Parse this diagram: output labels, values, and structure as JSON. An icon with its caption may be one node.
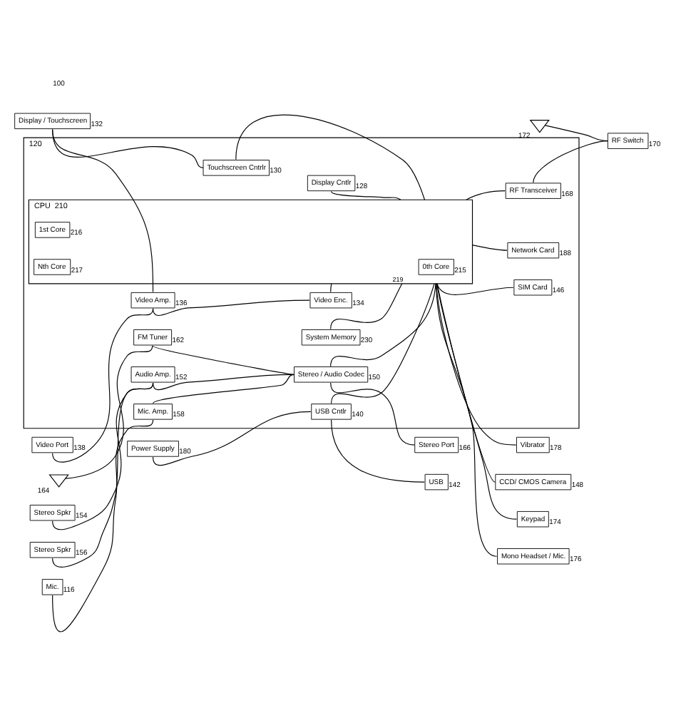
{
  "diagram": {
    "nodes": [
      {
        "text": [],
        "shape": "box",
        "beside": [
          "120"
        ]
      },
      {
        "text": [
          "Display / Touchscreen"
        ],
        "beside": [
          "132"
        ]
      },
      {
        "text": [
          "Display Cntlr"
        ],
        "beside": [
          "128"
        ],
        "in": 0
      },
      {
        "text": [
          "Touchscreen Cntrlr"
        ],
        "beside": [
          "130"
        ],
        "in": 0
      },
      {
        "text": [
          "Video Port"
        ],
        "beside": [
          "138"
        ]
      },
      {
        "text": [
          "Video Amp."
        ],
        "beside": [
          "136"
        ],
        "in": 0
      },
      {
        "text": [
          "Video Enc."
        ],
        "beside": [
          "134"
        ],
        "in": 0
      },
      {
        "text": [
          "Power Supply"
        ],
        "beside": [
          "180"
        ]
      },
      {
        "text": [
          "USB Cntlr"
        ],
        "beside": [
          "140"
        ],
        "in": 0
      },
      {
        "text": [
          "USB"
        ],
        "beside": [
          "142"
        ]
      },
      {
        "text": [
          "System Memory"
        ],
        "beside": [
          "230"
        ],
        "in": 0
      },
      {
        "text": [
          "CPU"
        ],
        "beside": [
          "210"
        ],
        "in": 0
      },
      {
        "text": [
          "0th Core"
        ],
        "beside": [
          "215"
        ],
        "in": 11
      },
      {
        "text": [
          "1st Core"
        ],
        "beside": [
          "216"
        ],
        "in": 11
      },
      {
        "text": [
          "Nth Core"
        ],
        "beside": [
          "217"
        ],
        "in": 11
      },
      {
        "text": [
          "SIM Card"
        ],
        "beside": [
          "146"
        ],
        "in": 0
      },
      {
        "text": [
          "CCD/ CMOS Camera"
        ],
        "beside": [
          "148"
        ]
      },
      {
        "text": [
          "Network Card"
        ],
        "beside": [
          "188"
        ],
        "in": 0
      },
      {
        "text": [
          "Stereo Spkr"
        ],
        "beside": [
          "154"
        ]
      },
      {
        "text": [
          "Stereo Spkr"
        ],
        "beside": [
          "156"
        ]
      },
      {
        "text": [
          "Audio Amp."
        ],
        "beside": [
          "152"
        ],
        "in": 0
      },
      {
        "text": [
          "Stereo / Audio Codec"
        ],
        "beside": [
          "150"
        ],
        "in": 0
      },
      {
        "text": [
          "Mic."
        ],
        "beside": [
          "116"
        ]
      },
      {
        "text": [
          "Mic. Amp."
        ],
        "beside": [
          "158"
        ],
        "in": 0
      },
      {
        "text": [
          "FM Tuner"
        ],
        "beside": [
          "162"
        ],
        "in": 0
      },
      {
        "text": [],
        "shape": "triangle",
        "beside": [
          "164"
        ]
      },
      {
        "text": [
          "Stereo Port"
        ],
        "beside": [
          "166"
        ]
      },
      {
        "text": [
          "RF Transceiver"
        ],
        "beside": [
          "168"
        ],
        "in": 0
      },
      {
        "text": [],
        "shape": "triangle",
        "beside": [
          "172"
        ]
      },
      {
        "text": [
          "RF Switch"
        ],
        "beside": [
          "170"
        ]
      },
      {
        "text": [
          "Keypad"
        ],
        "beside": [
          "174"
        ]
      },
      {
        "text": [
          "Mono Headset / Mic."
        ],
        "beside": [
          "176"
        ]
      },
      {
        "text": [
          "Vibrator"
        ],
        "beside": [
          "178"
        ]
      }
    ],
    "edges": [
      {
        "from": 1,
        "to": 5,
        "arrow": "none"
      },
      {
        "from": 1,
        "to": 3,
        "arrow": "none"
      },
      {
        "from": 2,
        "to": 11,
        "arrow": "none"
      },
      {
        "from": 3,
        "to": 11,
        "arrow": "none"
      },
      {
        "from": 4,
        "to": 5,
        "arrow": "none"
      },
      {
        "from": 5,
        "to": 6,
        "arrow": "none"
      },
      {
        "from": 6,
        "to": 11,
        "arrow": "none"
      },
      {
        "from": 7,
        "to": 8,
        "arrow": "none"
      },
      {
        "from": 8,
        "to": 9,
        "arrow": "none"
      },
      {
        "from": 8,
        "to": 11,
        "arrow": "none"
      },
      {
        "from": 10,
        "to": 11,
        "arrow": "none",
        "label": "219"
      },
      {
        "from": 11,
        "to": 15,
        "arrow": "none"
      },
      {
        "from": 11,
        "to": 16,
        "arrow": "none"
      },
      {
        "from": 11,
        "to": 17,
        "arrow": "none"
      },
      {
        "from": 18,
        "to": 20,
        "arrow": "none"
      },
      {
        "from": 19,
        "to": 20,
        "arrow": "none"
      },
      {
        "from": 20,
        "to": 21,
        "arrow": "none"
      },
      {
        "from": 21,
        "to": 11,
        "arrow": "none"
      },
      {
        "from": 22,
        "to": 23,
        "arrow": "none"
      },
      {
        "from": 23,
        "to": 21,
        "arrow": "none"
      },
      {
        "from": 24,
        "to": 21,
        "arrow": "none"
      },
      {
        "from": 25,
        "to": 24,
        "arrow": "none"
      },
      {
        "from": 21,
        "to": 26,
        "arrow": "none"
      },
      {
        "from": 11,
        "to": 27,
        "arrow": "none"
      },
      {
        "from": 27,
        "to": 29,
        "arrow": "none"
      },
      {
        "from": 28,
        "to": 29,
        "arrow": "none"
      },
      {
        "from": 11,
        "to": 30,
        "arrow": "none"
      },
      {
        "from": 11,
        "to": 31,
        "arrow": "none"
      },
      {
        "from": 11,
        "to": 32,
        "arrow": "none"
      }
    ],
    "labels": [
      "100"
    ]
  }
}
